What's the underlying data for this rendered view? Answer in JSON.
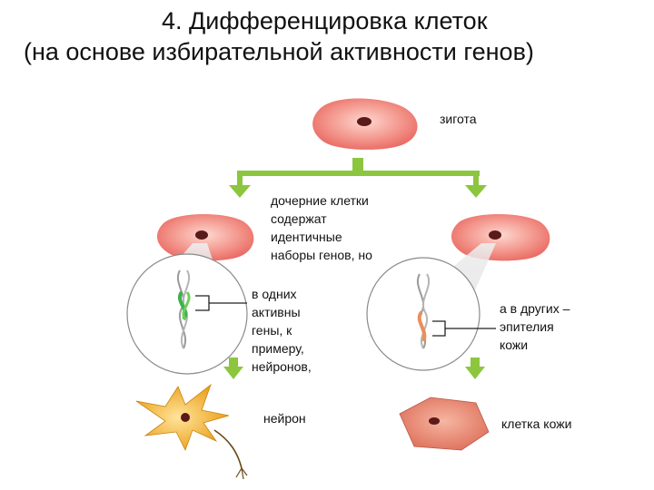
{
  "title": {
    "line1": "4. Дифференцировка клеток",
    "line2": "(на основе избирательной активности генов)"
  },
  "labels": {
    "zygote": "зигота",
    "daughter_cells": [
      "дочерние клетки",
      "содержат",
      "идентичные",
      "наборы генов, но"
    ],
    "active_genes": [
      "в одних",
      "активны",
      "гены, к",
      "примеру,",
      "нейронов,"
    ],
    "other_genes": [
      "а в других –",
      "эпителия",
      "кожи"
    ],
    "neuron": "нейрон",
    "skin_cell": "клетка кожи"
  },
  "colors": {
    "arrow_green": "#8cc63f",
    "cell_pink": "#f08a84",
    "nucleus": "#5a1a1a",
    "neuron_yellow": "#f0b020",
    "skin_cell": "#e8846c",
    "gene_active": "#3bb34a",
    "gene_other": "#e9905a"
  }
}
